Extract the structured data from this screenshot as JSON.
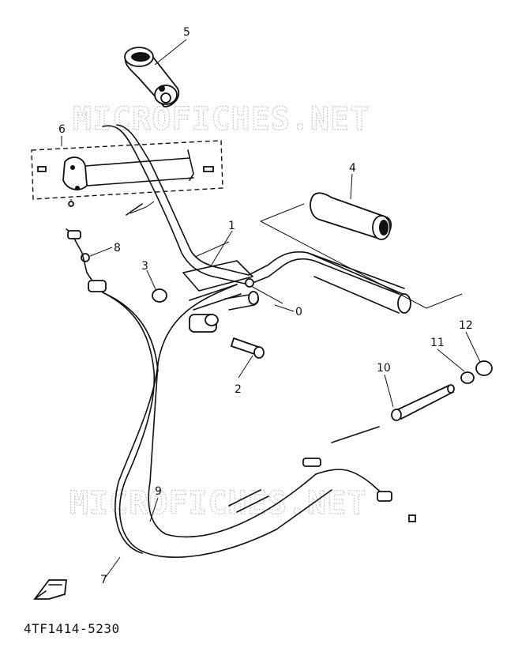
{
  "watermark": "MICROFICHES.NET",
  "part_code": "4TF1414-5230",
  "callouts": [
    "1",
    "2",
    "3",
    "4",
    "5",
    "6",
    "7",
    "8",
    "9",
    "10",
    "11",
    "12",
    "0"
  ]
}
